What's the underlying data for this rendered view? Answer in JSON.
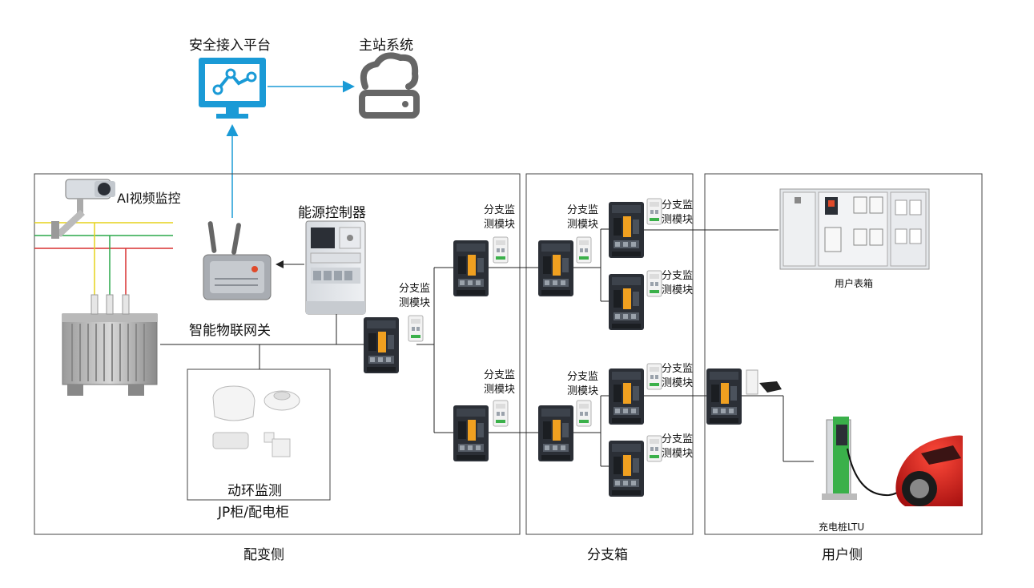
{
  "top": {
    "platform_label": "安全接入平台",
    "master_label": "主站系统"
  },
  "zones": {
    "transformer_side": "配变侧",
    "branch_box": "分支箱",
    "user_side": "用户侧"
  },
  "left": {
    "camera_label": "AI视频监控",
    "energy_controller": "能源控制器",
    "gateway": "智能物联网关",
    "env_monitor": "动环监测",
    "jp_cabinet": "JP柜/配电柜"
  },
  "modules": {
    "branch_monitor": "分支监测模块"
  },
  "right": {
    "meter_box": "用户表箱",
    "charger": "充电桩LTU"
  },
  "colors": {
    "accent_blue": "#1a9ad6",
    "line_dark": "#222222",
    "phase_yellow": "#e6d21a",
    "phase_green": "#2aa84a",
    "phase_red": "#d93030",
    "breaker_body": "#2b2f36",
    "breaker_handle": "#f0a020",
    "ev_red": "#d81e1e"
  }
}
